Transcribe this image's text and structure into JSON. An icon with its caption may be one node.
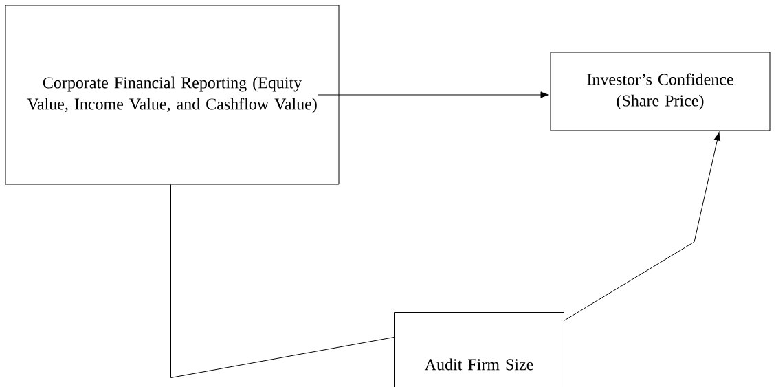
{
  "diagram": {
    "nodes": [
      {
        "text": [
          "Corporate Financial Reporting (Equity Value, Income Value, and Cashflow Value)"
        ]
      },
      {
        "text": [
          "Investor’s Confidence (Share Price)"
        ]
      },
      {
        "text": [
          "Audit Firm Size"
        ]
      }
    ],
    "edges": [
      {
        "from": 0,
        "to": 1,
        "arrow": "to"
      },
      {
        "from": 0,
        "to": 2,
        "arrow": "none"
      },
      {
        "from": 2,
        "to": 1,
        "arrow": "to"
      }
    ]
  }
}
